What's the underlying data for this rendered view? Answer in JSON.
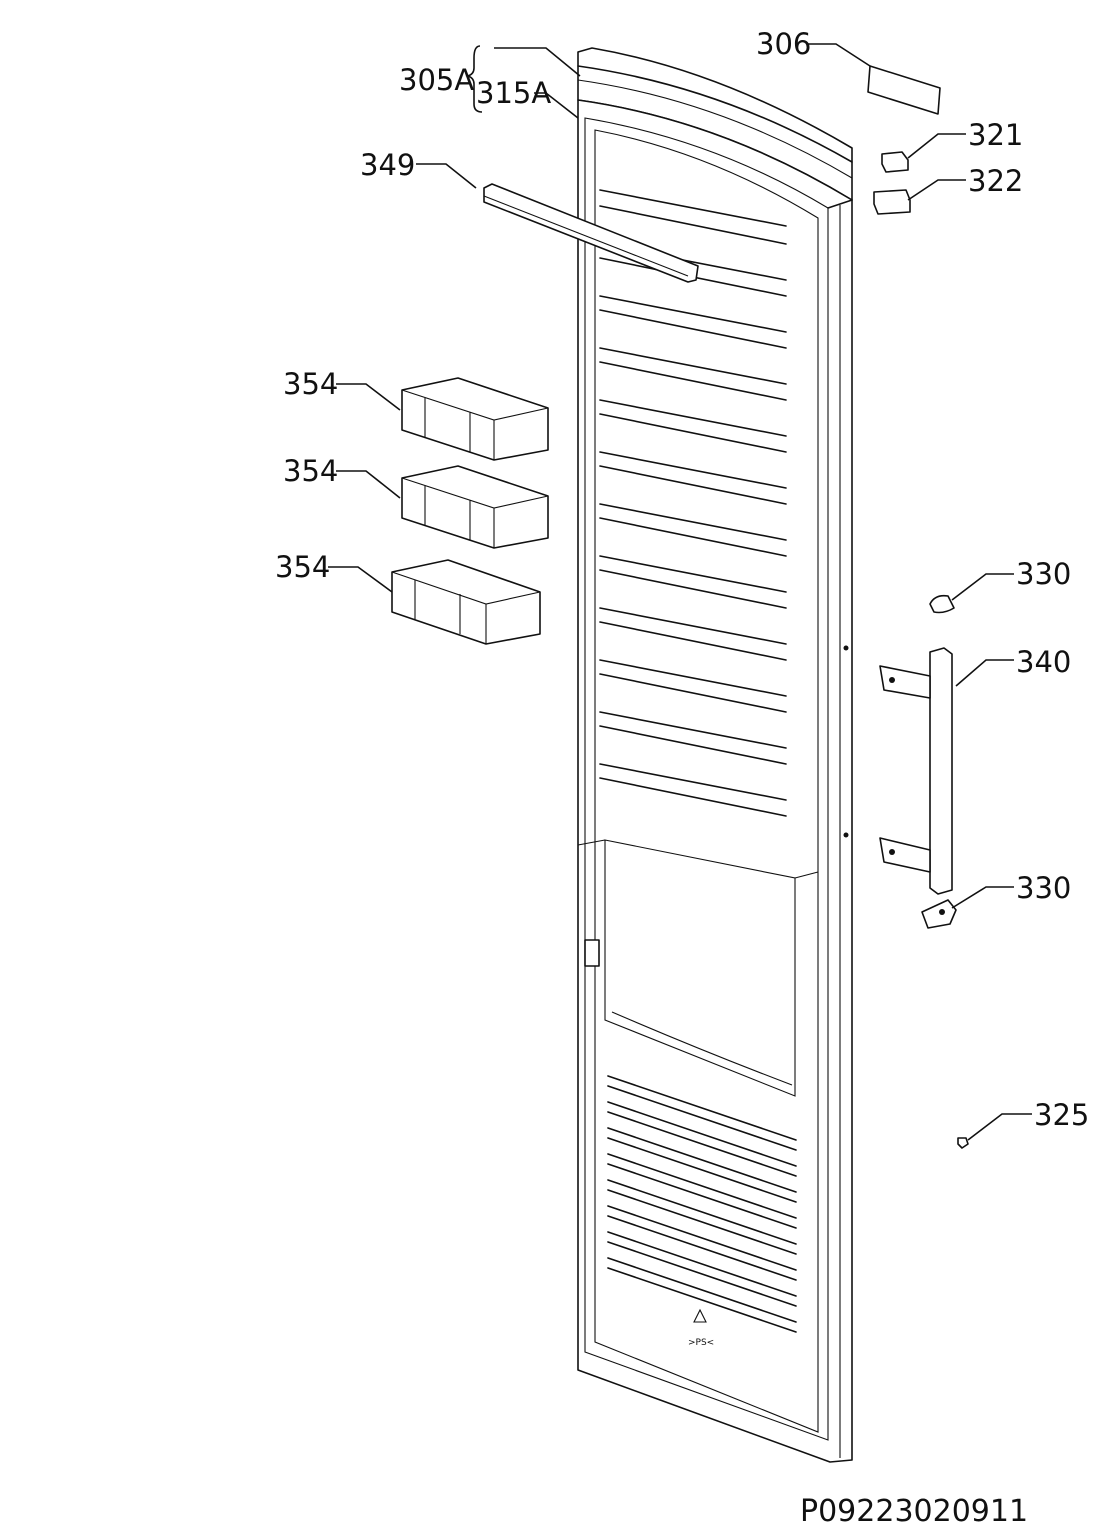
{
  "diagram": {
    "labels": {
      "p305A": "305A",
      "p315A": "315A",
      "p306": "306",
      "p321": "321",
      "p322": "322",
      "p349": "349",
      "p354a": "354",
      "p354b": "354",
      "p354c": "354",
      "p330a": "330",
      "p340": "340",
      "p330b": "330",
      "p325": "325"
    },
    "recycle_mark": ">PS<",
    "document_id": "P09223020911"
  }
}
